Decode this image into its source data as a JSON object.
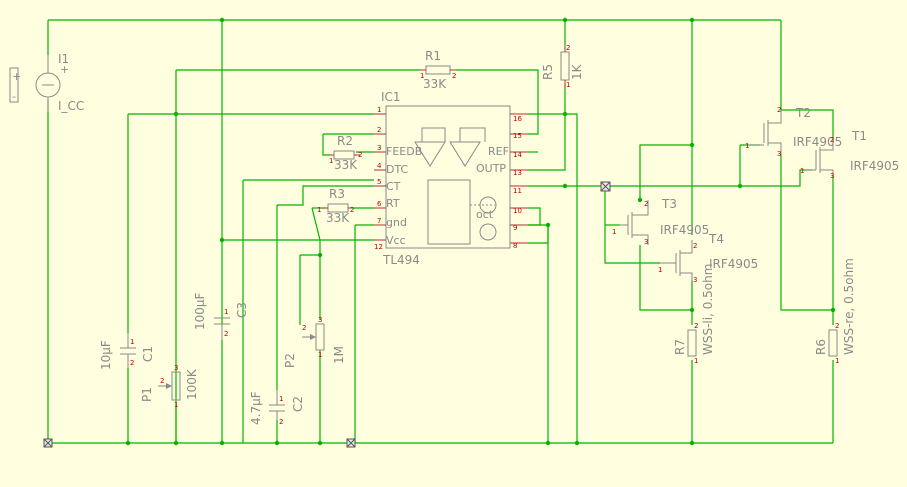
{
  "colors": {
    "background": "#ffffe0",
    "wire": "#00b400",
    "component": "#8a8a8a",
    "pin_number": "#c00000"
  },
  "source": {
    "name": "I1",
    "value": "I_CC",
    "plus": "+",
    "minus": "-"
  },
  "ic": {
    "name": "IC1",
    "value": "TL494",
    "left_pins": [
      {
        "num": "1",
        "label": ""
      },
      {
        "num": "2",
        "label": ""
      },
      {
        "num": "3",
        "label": "FEEDB"
      },
      {
        "num": "4",
        "label": "DTC"
      },
      {
        "num": "5",
        "label": "CT"
      },
      {
        "num": "6",
        "label": "RT"
      },
      {
        "num": "7",
        "label": "gnd"
      },
      {
        "num": "12",
        "label": "Vcc"
      }
    ],
    "right_pins": [
      {
        "num": "16",
        "label": ""
      },
      {
        "num": "15",
        "label": ""
      },
      {
        "num": "14",
        "label": "REF"
      },
      {
        "num": "13",
        "label": "OUTP"
      },
      {
        "num": "11",
        "label": ""
      },
      {
        "num": "10",
        "label": ""
      },
      {
        "num": "9",
        "label": ""
      },
      {
        "num": "8",
        "label": ""
      }
    ],
    "inner_label": "oct"
  },
  "resistors": {
    "R1": {
      "name": "R1",
      "value": "33K"
    },
    "R2": {
      "name": "R2",
      "value": "33K"
    },
    "R3": {
      "name": "R3",
      "value": "33K"
    },
    "R5": {
      "name": "R5",
      "value": "1K"
    },
    "R6": {
      "name": "R6",
      "value": "WSS-re, 0.5ohm"
    },
    "R7": {
      "name": "R7",
      "value": "WSS-li, 0.5ohm"
    }
  },
  "capacitors": {
    "C1": {
      "name": "C1",
      "value": "10µF"
    },
    "C2": {
      "name": "C2",
      "value": "4.7µF"
    },
    "C3": {
      "name": "C3",
      "value": "100µF"
    }
  },
  "pots": {
    "P1": {
      "name": "P1",
      "value": "100K"
    },
    "P2": {
      "name": "P2",
      "value": "1M"
    }
  },
  "transistors": {
    "T1": {
      "name": "T1",
      "value": "IRF4905"
    },
    "T2": {
      "name": "T2",
      "value": "IRF4905"
    },
    "T3": {
      "name": "T3",
      "value": "IRF4905"
    },
    "T4": {
      "name": "T4",
      "value": "IRF4905"
    }
  }
}
